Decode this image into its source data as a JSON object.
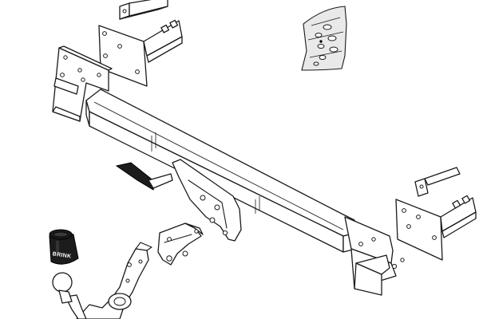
{
  "diagram": {
    "brand_label": "BRINK",
    "colors": {
      "line": "#1a1a1a",
      "background": "#ffffff",
      "socket_cover": "#1c1c1c",
      "bag": "#e9e9e9"
    },
    "parts": [
      "crossbar",
      "left-side-bracket",
      "right-side-bracket",
      "top-bracket-plate",
      "small-top-bracket",
      "right-small-bracket",
      "socket-holder-plate",
      "tow-ball-neck",
      "electrical-socket",
      "locking-clamp",
      "hardware-bag"
    ]
  }
}
